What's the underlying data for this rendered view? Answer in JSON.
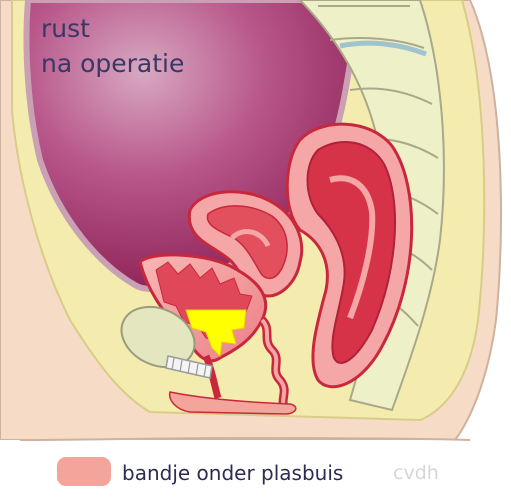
{
  "title": {
    "line1": "rust",
    "line2": "na operatie"
  },
  "legend": {
    "label": "bandje onder plasbuis",
    "swatch_color": "#f3a49b"
  },
  "credit": "cvdh",
  "colors": {
    "skin": "#f6dcc7",
    "fat": "#f4ecae",
    "cavity": "#a22d64",
    "organ_light": "#f5a6a6",
    "organ_dark": "#c8283c",
    "bladder": "#e4e6bf",
    "highlight": "#ffff00"
  },
  "figure": {
    "subject": "sagittal pelvis cross-section",
    "icons": [
      "spine-vertebrae",
      "pubic-bone",
      "uterus",
      "rectum",
      "sling-tape"
    ]
  }
}
